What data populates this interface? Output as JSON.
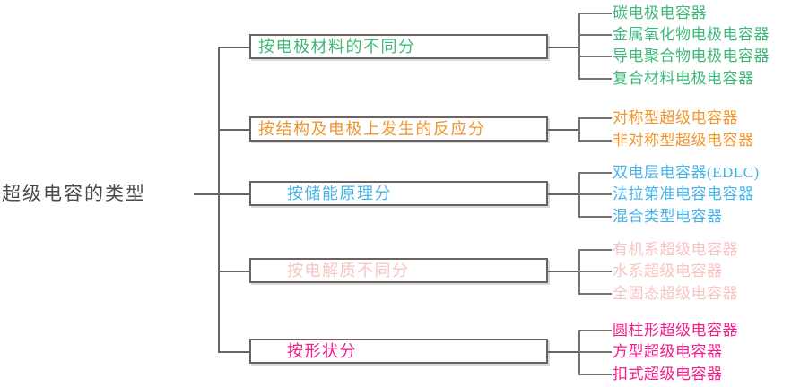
{
  "diagram": {
    "type": "mind-map-tree",
    "title": "超级电容的类型",
    "root": {
      "label": "超级电容的类型",
      "color": "#4a4a4a"
    },
    "line_color": "#6b6361",
    "branches": [
      {
        "label": "按电极材料的不同分",
        "color": "#3fb97a",
        "leaves": [
          "碳电极电容器",
          "金属氧化物电极电容器",
          "导电聚合物电极电容器",
          "复合材料电极电容器"
        ]
      },
      {
        "label": "按结构及电极上发生的反应分",
        "color": "#f0962e",
        "leaves": [
          "对称型超级电容器",
          "非对称型超级电容器"
        ]
      },
      {
        "label": "按储能原理分",
        "color": "#49b4ea",
        "leaves": [
          "双电层电容器(EDLC)",
          "法拉第准电容电容器",
          "混合类型电容器"
        ]
      },
      {
        "label": "按电解质不同分",
        "color": "#f8c6c2",
        "leaves": [
          "有机系超级电容器",
          "水系超级电容器",
          "全固态超级电容器"
        ]
      },
      {
        "label": "按形状分",
        "color": "#f21e8c",
        "leaves": [
          "圆柱形超级电容器",
          "方型超级电容器",
          "扣式超级电容器"
        ]
      }
    ]
  }
}
